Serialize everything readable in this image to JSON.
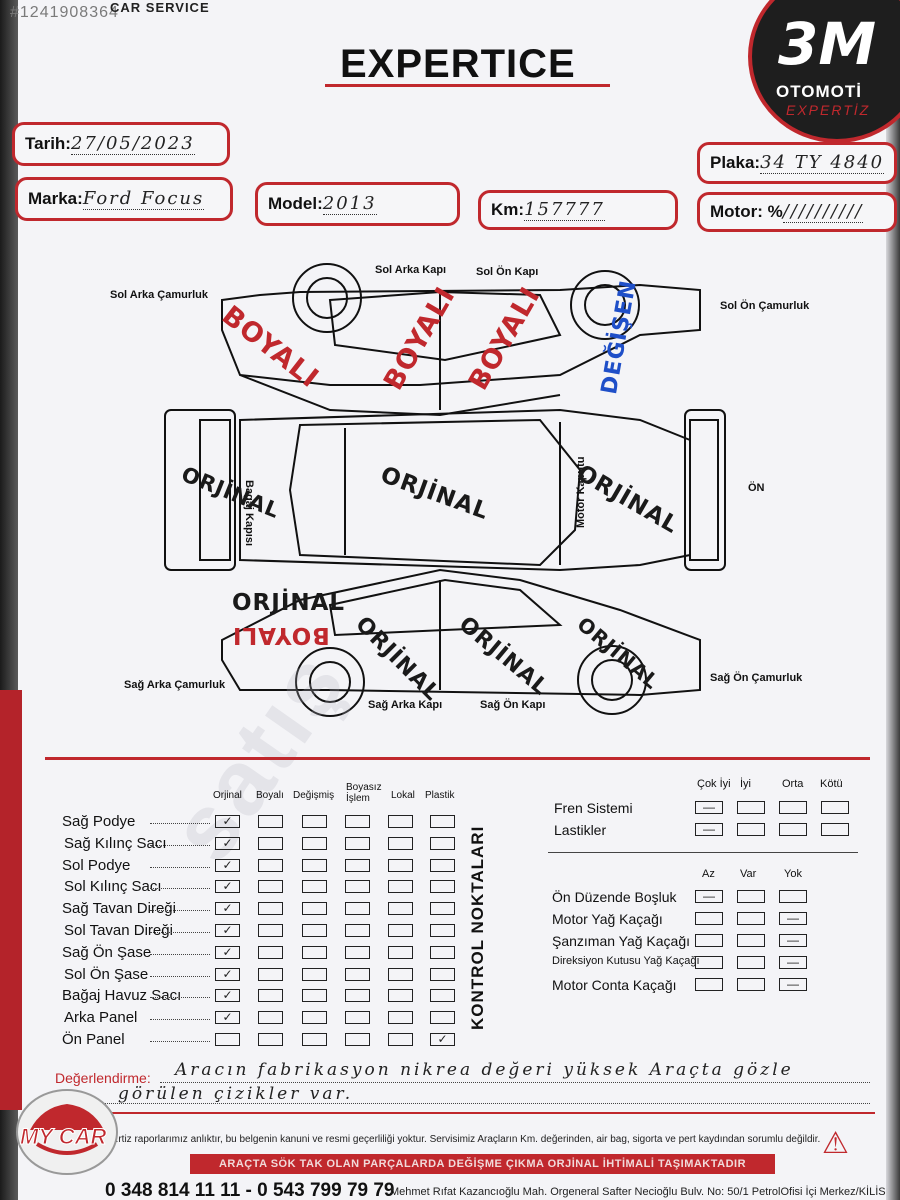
{
  "header": {
    "watermark_id": "#1241908364",
    "car_service": "CAR SERVICE",
    "title": "EXPERTICE",
    "logo_text_1": "OTOMOTİ",
    "logo_text_2": "EXPERTİZ",
    "logo_monogram": "3M"
  },
  "fields": {
    "tarih_label": "Tarih:",
    "tarih_value": "27/05/2023",
    "marka_label": "Marka:",
    "marka_value": "Ford Focus",
    "model_label": "Model:",
    "model_value": "2013",
    "km_label": "Km:",
    "km_value": "157777",
    "plaka_label": "Plaka:",
    "plaka_value": "34 TY 4840",
    "motor_label": "Motor: %",
    "motor_value": "//////////"
  },
  "diagram": {
    "parts": {
      "sol_arka_kapi": "Sol Arka Kapı",
      "sol_on_kapi": "Sol Ön Kapı",
      "sol_arka_camurluk": "Sol Arka Çamurluk",
      "sol_on_camurluk": "Sol Ön Çamurluk",
      "bagaj_kapisi": "Bagaj Kapısı",
      "motor_kaputu": "Motor Kaputu",
      "on": "ÖN",
      "sag_arka_camurluk": "Sağ Arka Çamurluk",
      "sag_on_camurluk": "Sağ Ön Çamurluk",
      "sag_arka_kapi": "Sağ Arka Kapı",
      "sag_on_kapi": "Sağ Ön Kapı"
    },
    "stamps": {
      "boyali_1": "BOYALI",
      "boyali_2": "BOYALI",
      "boyali_3": "BOYALI",
      "degisen": "DEĞİŞEN",
      "orjinal_trunk": "ORJİNAL",
      "orjinal_roof": "ORJİNAL",
      "orjinal_hood": "ORJİNAL",
      "orjinal_rear_top": "ORJİNAL",
      "boyali_rear_bottom": "BOYALI",
      "orjinal_sag_arka_kapi": "ORJİNAL",
      "orjinal_sag_on_kapi": "ORJİNAL",
      "orjinal_sag_on_camurluk": "ORJİNAL"
    },
    "watermark": "satış"
  },
  "checklist": {
    "columns": [
      "Orjinal",
      "Boyalı",
      "Değişmiş",
      "Boyasız İşlem",
      "Lokal",
      "Plastik"
    ],
    "rows": [
      {
        "label": "Sağ Podye",
        "marks": [
          "✓",
          "",
          "",
          "",
          "",
          ""
        ]
      },
      {
        "label": "Sağ Kılınç Sacı",
        "marks": [
          "✓",
          "",
          "",
          "",
          "",
          ""
        ]
      },
      {
        "label": "Sol Podye",
        "marks": [
          "✓",
          "",
          "",
          "",
          "",
          ""
        ]
      },
      {
        "label": "Sol Kılınç Sacı",
        "marks": [
          "✓",
          "",
          "",
          "",
          "",
          ""
        ]
      },
      {
        "label": "Sağ Tavan Direği",
        "marks": [
          "✓",
          "",
          "",
          "",
          "",
          ""
        ]
      },
      {
        "label": "Sol Tavan Direği",
        "marks": [
          "✓",
          "",
          "",
          "",
          "",
          ""
        ]
      },
      {
        "label": "Sağ Ön Şase",
        "marks": [
          "✓",
          "",
          "",
          "",
          "",
          ""
        ]
      },
      {
        "label": "Sol Ön Şase",
        "marks": [
          "✓",
          "",
          "",
          "",
          "",
          ""
        ]
      },
      {
        "label": "Bağaj Havuz Sacı",
        "marks": [
          "✓",
          "",
          "",
          "",
          "",
          ""
        ]
      },
      {
        "label": "Arka Panel",
        "marks": [
          "✓",
          "",
          "",
          "",
          "",
          ""
        ]
      },
      {
        "label": "Ön Panel",
        "marks": [
          "",
          "",
          "",
          "",
          "",
          "✓"
        ]
      }
    ],
    "vertical_label": "KONTROL NOKTALARI"
  },
  "right_panel": {
    "top_columns": [
      "Çok İyi",
      "İyi",
      "Orta",
      "Kötü"
    ],
    "top_rows": [
      {
        "label": "Fren Sistemi",
        "marks": [
          "—",
          "",
          "",
          ""
        ]
      },
      {
        "label": "Lastikler",
        "marks": [
          "—",
          "",
          "",
          ""
        ]
      }
    ],
    "bottom_columns": [
      "Az",
      "Var",
      "Yok"
    ],
    "bottom_rows": [
      {
        "label": "Ön Düzende Boşluk",
        "marks": [
          "—",
          "",
          ""
        ]
      },
      {
        "label": "Motor Yağ Kaçağı",
        "marks": [
          "",
          "",
          "—"
        ]
      },
      {
        "label": "Şanzıman Yağ Kaçağı",
        "marks": [
          "",
          "",
          "—"
        ]
      },
      {
        "label": "Direksiyon Kutusu Yağ Kaçağı",
        "marks": [
          "",
          "",
          "—"
        ]
      },
      {
        "label": "Motor Conta Kaçağı",
        "marks": [
          "",
          "",
          "—"
        ]
      }
    ]
  },
  "evaluation": {
    "label": "Değerlendirme:",
    "line1": "Aracın fabrikasyon nikrea değeri yüksek Araçta gözle",
    "line2": "görülen çizikler var."
  },
  "footer": {
    "disclaimer": "...rtiz raporlarımız anlıktır, bu belgenin kanuni ve resmi geçerliliği yoktur. Servisimiz Araçların Km. değerinden, air bag, sigorta ve pert kaydından sorumlu değildir.",
    "banner": "ARAÇTA SÖK TAK OLAN PARÇALARDA DEĞİŞME ÇIKMA ORJİNAL İHTİMALİ TAŞIMAKTADIR",
    "phone": "0 348 814 11 11 - 0 543 799 79 79",
    "address": "Mehmet Rıfat Kazancıoğlu Mah. Orgeneral Safter Necioğlu Bulv. No: 50/1 PetrolOfisi İçi Merkez/KİLİS",
    "mycar_logo": "MY CAR"
  },
  "colors": {
    "accent_red": "#c0282d",
    "stamp_blue": "#1f4fc8",
    "paper": "#f4f4f7"
  }
}
